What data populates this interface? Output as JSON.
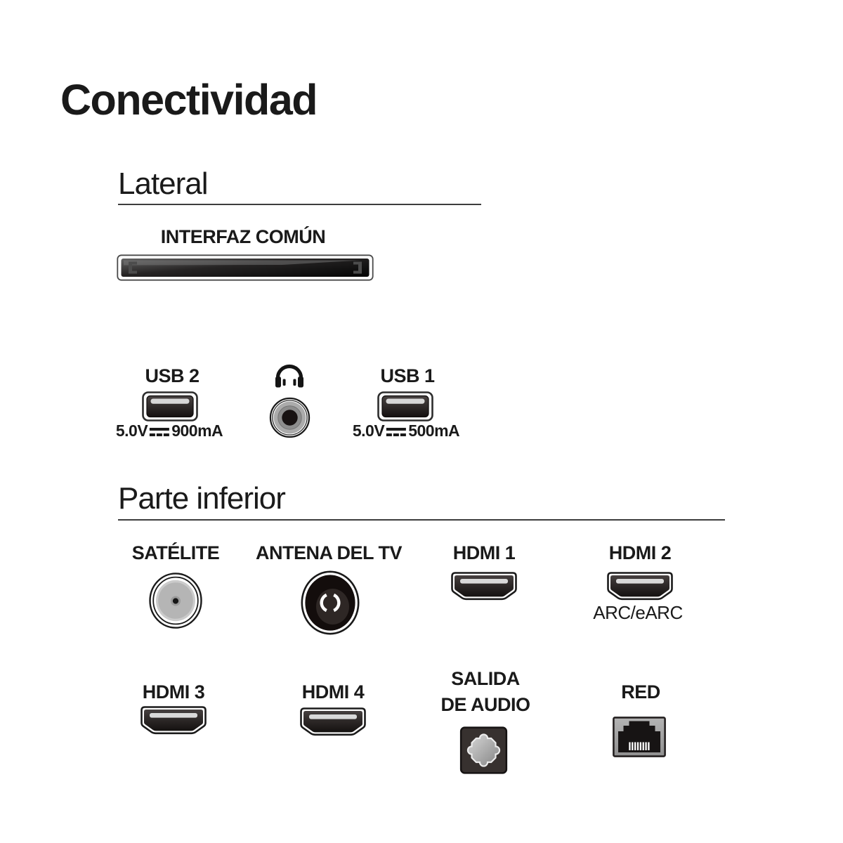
{
  "title": "Conectividad",
  "lateral": {
    "heading": "Lateral",
    "common_interface": {
      "label": "INTERFAZ COMÚN"
    },
    "usb2": {
      "label": "USB 2",
      "voltage": "5.0V",
      "current": "900mA"
    },
    "usb1": {
      "label": "USB 1",
      "voltage": "5.0V",
      "current": "500mA"
    }
  },
  "bottom": {
    "heading": "Parte inferior",
    "satellite": {
      "label": "SATÉLITE"
    },
    "antenna": {
      "label": "ANTENA DEL TV"
    },
    "hdmi1": {
      "label": "HDMI 1"
    },
    "hdmi2": {
      "label": "HDMI 2",
      "sublabel": "ARC/eARC"
    },
    "hdmi3": {
      "label": "HDMI 3"
    },
    "hdmi4": {
      "label": "HDMI 4"
    },
    "audio_out": {
      "label": "SALIDA DE AUDIO",
      "line1": "SALIDA",
      "line2": "DE AUDIO"
    },
    "network": {
      "label": "RED"
    }
  },
  "colors": {
    "text": "#1a1a1a",
    "rule": "#3d3d3d",
    "connector_dark": "#171312",
    "connector_grey": "#b5b5b5",
    "slot_highlight": "#d9d9d9"
  }
}
